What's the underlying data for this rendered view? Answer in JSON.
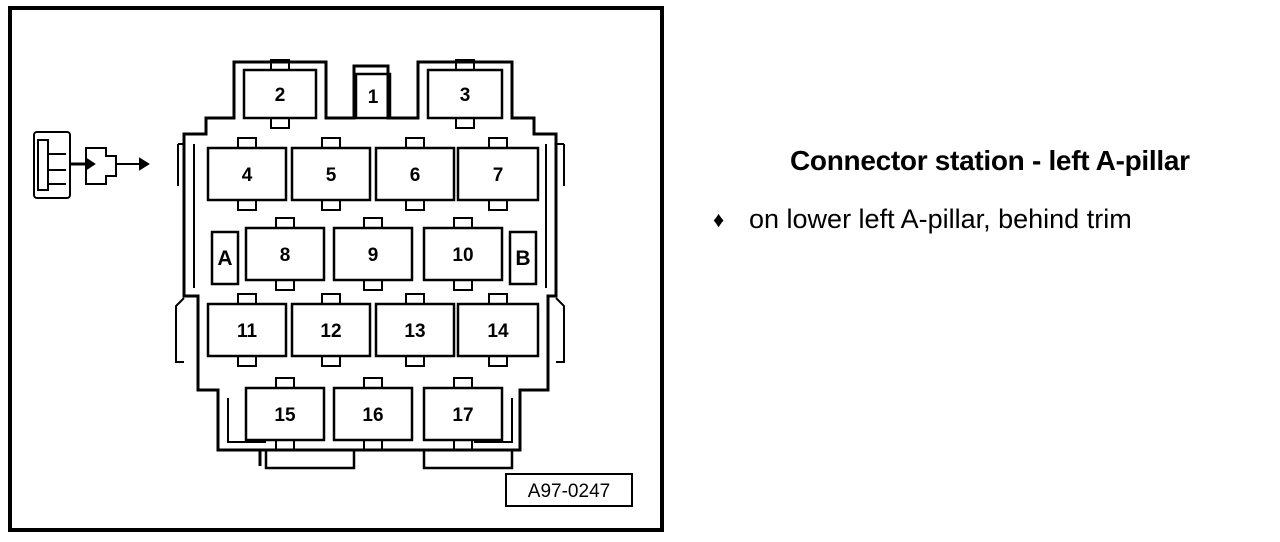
{
  "figure": {
    "ref_code": "A97-0247",
    "side_labels": {
      "left": "A",
      "right": "B"
    },
    "slots": [
      "1",
      "2",
      "3",
      "4",
      "5",
      "6",
      "7",
      "8",
      "9",
      "10",
      "11",
      "12",
      "13",
      "14",
      "15",
      "16",
      "17"
    ]
  },
  "text": {
    "title": "Connector station - left A-pillar",
    "bullet_symbol": "♦",
    "bullet_text": "on lower left A-pillar, behind trim"
  }
}
